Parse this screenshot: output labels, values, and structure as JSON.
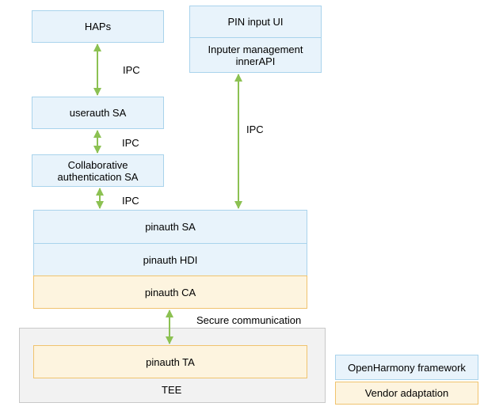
{
  "colors": {
    "openharmony_fill": "#e8f3fb",
    "openharmony_border": "#a9d3ec",
    "vendor_fill": "#fdf4df",
    "vendor_border": "#f0c36e",
    "tee_fill": "#f2f2f2",
    "tee_border": "#c8c8c8",
    "arrow": "#8cc152"
  },
  "boxes": {
    "haps": "HAPs",
    "pin_input_ui": "PIN  input UI",
    "inputer_management": "Inputer management\ninnerAPI",
    "userauth_sa": "userauth SA",
    "collaborative_auth_sa": "Collaborative\nauthentication SA",
    "pinauth_sa": "pinauth SA",
    "pinauth_hdi": "pinauth HDI",
    "pinauth_ca": "pinauth CA",
    "pinauth_ta": "pinauth TA",
    "tee": "TEE"
  },
  "connectors": {
    "ipc_1": "IPC",
    "ipc_2": "IPC",
    "ipc_3": "IPC",
    "ipc_4": "IPC",
    "secure_communication": "Secure communication"
  },
  "legend": {
    "openharmony": "OpenHarmony framework",
    "vendor": "Vendor adaptation"
  }
}
